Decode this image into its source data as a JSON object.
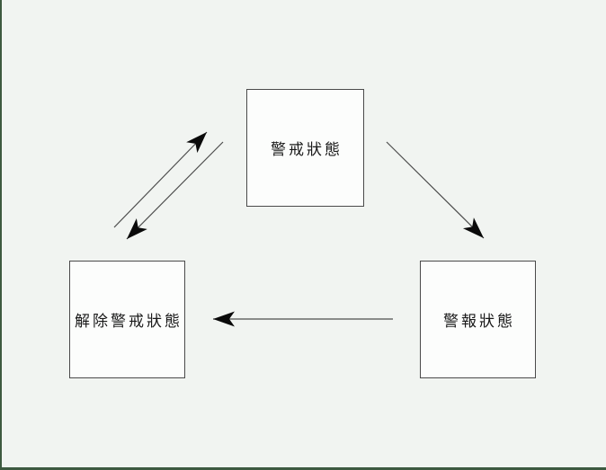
{
  "diagram": {
    "type": "state-transition-diagram",
    "nodes": [
      {
        "id": "alert",
        "label": "警戒狀態"
      },
      {
        "id": "release",
        "label": "解除警戒狀態"
      },
      {
        "id": "alarm",
        "label": "警報狀態"
      }
    ],
    "edges": [
      {
        "from": "解除警戒狀態",
        "to": "警戒狀態",
        "direction": "up-right"
      },
      {
        "from": "警戒狀態",
        "to": "解除警戒狀態",
        "direction": "down-left"
      },
      {
        "from": "警戒狀態",
        "to": "警報狀態",
        "direction": "down-right"
      },
      {
        "from": "警報狀態",
        "to": "解除警戒狀態",
        "direction": "left"
      }
    ],
    "colors": {
      "background": "#f1f4f1",
      "frame_border": "#3d5a40",
      "node_fill": "#fcfdfc",
      "node_border": "#4a4a4a",
      "arrow_line": "#4d4d4d",
      "arrow_head": "#0a0a0a",
      "text": "#1a1a1a"
    }
  }
}
